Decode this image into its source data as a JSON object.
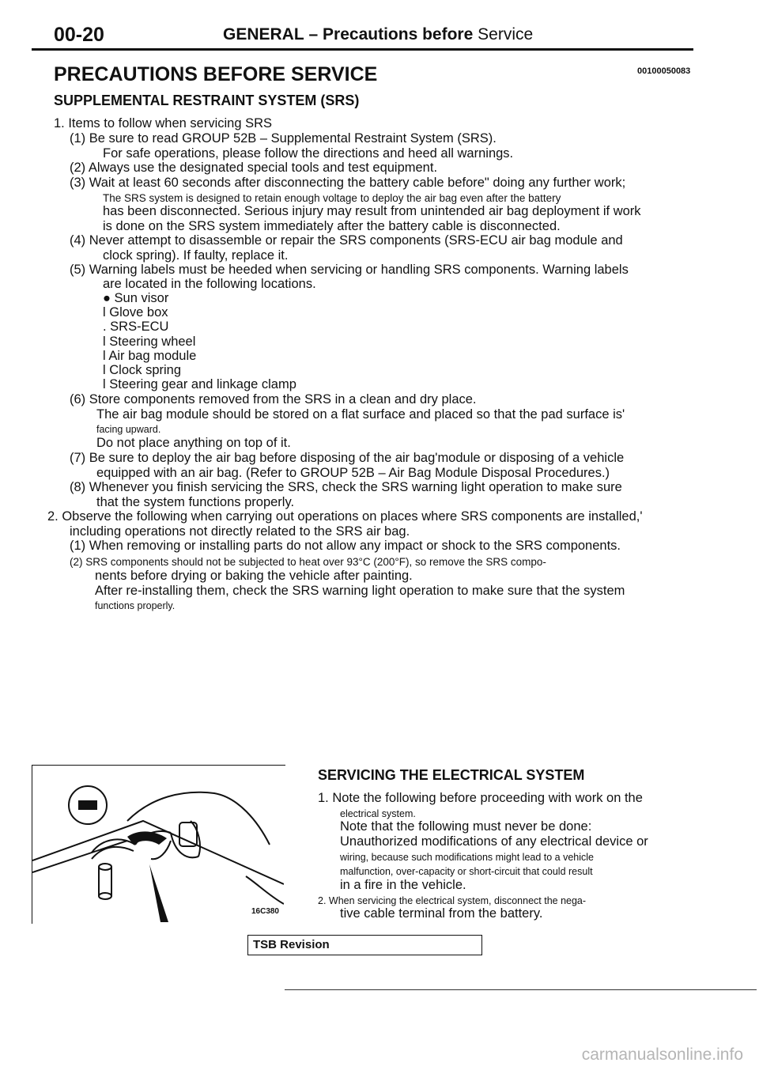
{
  "header": {
    "code": "00-20",
    "title_a": "GENERAL",
    "title_b": "– Precautions",
    "title_c": "before",
    "title_d": "Service"
  },
  "main_title": "PRECAUTIONS BEFORE SERVICE",
  "doc_code": "00100050083",
  "srs": {
    "heading": "SUPPLEMENTAL RESTRAINT SYSTEM (SRS)",
    "lines": [
      "1. Items to follow when servicing SRS",
      "(1) Be sure to read GROUP 52B – Supplemental Restraint System (SRS).",
      "For safe operations, please follow the directions and heed all warnings.",
      "(2) Always use the designated special tools and test equipment.",
      "(3) Wait at least 60 seconds after disconnecting the battery cable before\" doing any further work;",
      "The SRS system is designed to retain enough voltage to deploy the air bag even after the battery",
      "has been disconnected. Serious injury may result from unintended air bag deployment if work",
      "is done on the SRS system immediately after the battery cable is disconnected.",
      "(4) Never attempt to disassemble or repair the SRS components (SRS-ECU air bag module and",
      "clock spring). If faulty, replace it.",
      "(5) Warning labels must be heeded when servicing or handling SRS components. Warning labels",
      "are located in the following locations.",
      "● Sun visor",
      "l Glove box",
      ". SRS-ECU",
      "l Steering wheel",
      "l Air bag module",
      "l Clock spring",
      "l Steering gear and linkage clamp",
      "(6) Store components removed from the SRS in a clean and dry place.",
      "The air bag module should be stored on a flat surface and placed so that the pad surface is'",
      "facing upward.",
      "Do not place anything on top of it.",
      "(7) Be sure to deploy the air bag before disposing of the air bag'module or disposing of a vehicle",
      "equipped with an air bag. (Refer to GROUP 52B – Air Bag Module Disposal Procedures.)",
      "(8) Whenever you finish servicing the SRS, check the SRS warning light operation to make sure",
      "that the system functions properly.",
      "2. Observe the following when carrying out operations on places where SRS components are installed,'",
      "including operations not directly related to the SRS air bag.",
      "(1) When removing or installing parts do not allow any impact or shock to the SRS components.",
      "(2) SRS components should not be subjected to heat over 93°C (200°F), so remove the SRS compo-",
      "nents before drying or baking the vehicle after painting.",
      "After re-installing them, check the SRS warning light operation to make sure that the system",
      "functions properly."
    ]
  },
  "figure": {
    "caption": "16C380"
  },
  "electrical": {
    "heading": "SERVICING THE ELECTRICAL SYSTEM",
    "lines": [
      "1. Note the following before proceeding with work on the",
      "electrical system.",
      "Note that the following must never be done:",
      "Unauthorized modifications of any electrical device or",
      "wiring, because such modifications might lead to a vehicle",
      "malfunction, over-capacity or short-circuit that could result",
      "in a fire in the vehicle.",
      "2. When servicing the electrical system, disconnect the nega-",
      "tive cable terminal from the battery."
    ]
  },
  "tsb_label": "TSB Revision",
  "watermark": "carmanualsonline.info"
}
